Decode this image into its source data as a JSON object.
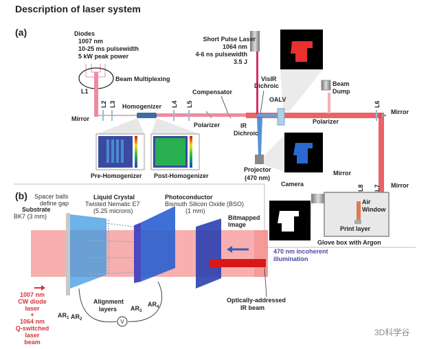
{
  "title": "Description of laser system",
  "panel_a": {
    "label": "(a)",
    "diodes": [
      "Diodes",
      "1007 nm",
      "10-25 ms pulsewidth",
      "5 kW peak power"
    ],
    "beam_multiplexing": "Beam Multiplexing",
    "lenses": {
      "l1": "L1",
      "l2": "L2",
      "l3": "L3",
      "l4": "L4",
      "l5": "L5",
      "l6": "L6",
      "l7": "L7",
      "l8": "L8"
    },
    "mirror": "Mirror",
    "homogenizer": "Homogenizer",
    "pre_homogenizer": "Pre-Homogenizer",
    "post_homogenizer": "Post-Homogenizer",
    "compensator": "Compensator",
    "polarizer": "Polarizer",
    "short_pulse_laser": [
      "Short Pulse Laser",
      "1064 nm",
      "4-6 ns pulsewidth",
      "3.5 J"
    ],
    "visir_dichroic": [
      "VisIR",
      "Dichroic"
    ],
    "ir_dichroic": [
      "IR",
      "Dichroic"
    ],
    "oalv": "OALV",
    "beam_dump": [
      "Beam",
      "Dump"
    ],
    "projector": [
      "Projector",
      "(470 nm)"
    ],
    "camera": "Camera",
    "air_window": [
      "Air",
      "Window"
    ],
    "print_layer": "Print layer",
    "glove_box": "Glove box with Argon"
  },
  "panel_b": {
    "label": "(b)",
    "spacer_balls": [
      "Spacer balls",
      "define gap"
    ],
    "liquid_crystal": [
      "Liquid Crystal",
      "Twisted Nematic E7",
      "(5.25 microns)"
    ],
    "photoconductor": [
      "Photoconductor",
      "Bismuth Silicon Oxide (BSO)",
      "(1 mm)"
    ],
    "substrate": [
      "Substrate",
      "BK7 (3 mm)"
    ],
    "bitmapped_image": [
      "Bitmapped",
      "Image"
    ],
    "illumination": [
      "470 nm incoherent",
      "illumination"
    ],
    "laser_source": [
      "1007 nm",
      "CW diode",
      "laser",
      "+",
      "1064 nm",
      "Q-switched",
      "laser",
      "beam"
    ],
    "alignment_layers": [
      "Alignment",
      "layers"
    ],
    "ar": {
      "ar1": "AR",
      "ar2": "AR",
      "ar3": "AR",
      "ar4": "AR",
      "sub1": "1",
      "sub2": "2",
      "sub3": "3",
      "sub4": "4"
    },
    "voltage": "V",
    "ir_beam": [
      "Optically-addressed",
      "IR beam"
    ]
  },
  "watermark": "3D科学谷",
  "colors": {
    "laser_red": "#e8474c",
    "beam_pink": "#f08aa0",
    "blue_light": "#3a7fd0",
    "plate_blue": "#2a4fc0",
    "red_text": "#d8323c",
    "blue_text": "#4a4aa0"
  }
}
